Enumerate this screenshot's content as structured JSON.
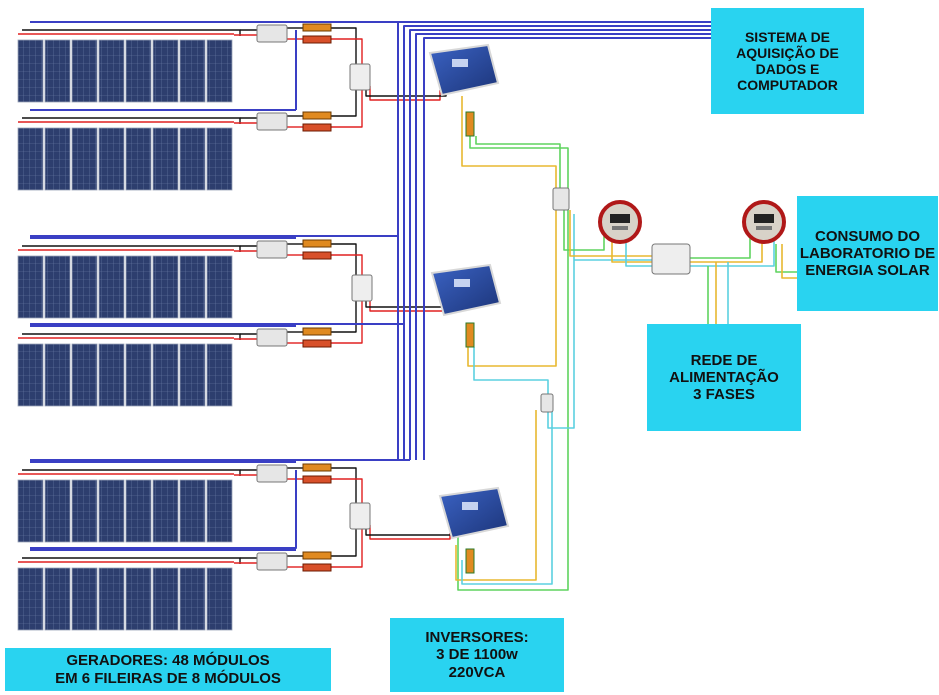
{
  "labels": {
    "data_system": "SISTEMA DE\nAQUISIÇÃO DE\nDADOS E\nCOMPUTADOR",
    "lab_consumption": "CONSUMO DO\nLABORATORIO DE\nENERGIA SOLAR",
    "power_grid": "REDE DE\nALIMENTAÇÃO\n3 FASES",
    "inverters": "INVERSORES:\n3 DE 1100w\n220VCA",
    "generators": "GERADORES: 48 MÓDULOS\nEM 6 FILEIRAS DE 8 MÓDULOS"
  },
  "colors": {
    "label_box": "#29d3f0",
    "data_bus": "#3a3fc4",
    "dc_positive": "#e02020",
    "dc_negative": "#111111",
    "ac_green": "#5fd35f",
    "ac_yellow": "#e8b830",
    "ac_cyan": "#5bd0e0",
    "panel": "#2d3e6e",
    "inverter": "#2a4a9a"
  },
  "icons": {
    "panel": "solar-panel-icon",
    "breaker": "circuit-breaker-icon",
    "fuse": "fuse-icon",
    "combiner": "dc-combiner-icon",
    "inverter": "inverter-icon",
    "meter": "energy-meter-icon"
  },
  "structure": {
    "panel_rows": 6,
    "modules_per_row": 8,
    "inverter_count": 3
  }
}
